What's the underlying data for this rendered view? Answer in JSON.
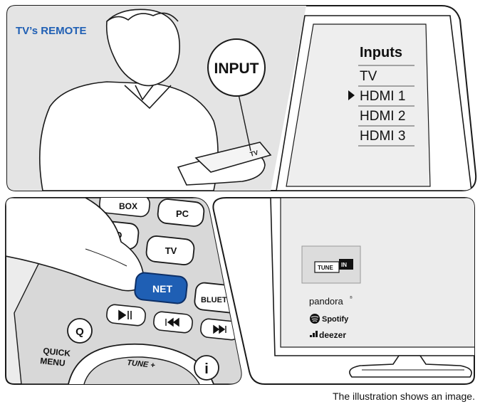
{
  "top_panel": {
    "label": "TV’s REMOTE",
    "remote_button": "INPUT",
    "remote_small_label": "TV",
    "menu": {
      "title": "Inputs",
      "items": [
        "TV",
        "HDMI 1",
        "HDMI 2",
        "HDMI 3"
      ],
      "selected_index": 1
    }
  },
  "remote_closeup": {
    "buttons": {
      "pc": "PC",
      "cd": "CD",
      "tv": "TV",
      "net": "NET",
      "bluetooth": "BLUETO",
      "box": "BOX",
      "q": "Q",
      "quick_menu_line1": "QUICK",
      "quick_menu_line2": "MENU",
      "tune": "TUNE +",
      "info": "i"
    },
    "net_button_color": "#1f5fb4"
  },
  "tv_screen": {
    "services": {
      "tunein_left": "TUNE",
      "tunein_right": "IN",
      "pandora": "pandora",
      "spotify": "Spotify",
      "deezer": "deezer"
    }
  },
  "caption": "The illustration shows an image."
}
